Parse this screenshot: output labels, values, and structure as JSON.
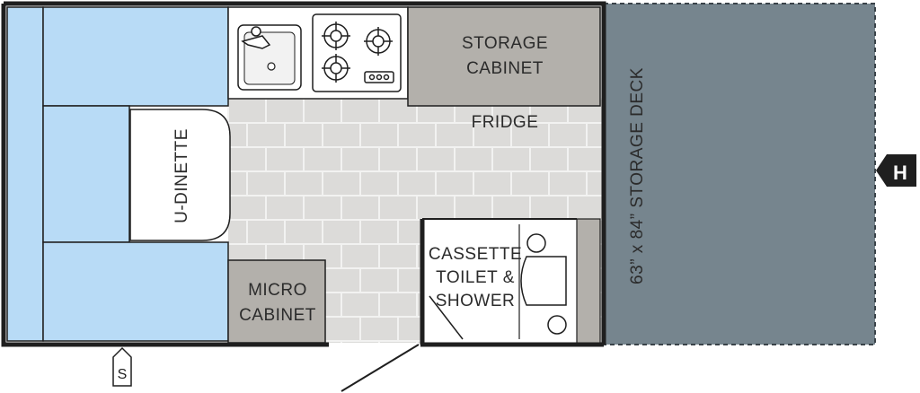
{
  "labels": {
    "storage_cabinet": [
      "STORAGE",
      "CABINET"
    ],
    "fridge": "FRIDGE",
    "u_dinette": "U-DINETTE",
    "storage_deck": "63” x 84” STORAGE DECK",
    "bathroom": [
      "CASSETTE",
      "TOILET &",
      "SHOWER"
    ],
    "micro_cabinet": [
      "MICRO",
      "CABINET"
    ],
    "hitch_marker": "H",
    "service_marker": "S"
  },
  "colors": {
    "seat_blue": "#b8dbf6",
    "deck_gray": "#76858e",
    "cabinet_gray": "#b3b0ab",
    "floor_tile": "#dcdbd9",
    "tile_grout": "#f2f2f1",
    "wall": "#1f1f1f",
    "fixture_white": "#ffffff"
  },
  "icons": {
    "sink": "sink-icon",
    "stove": "stove-icon",
    "hitch": "hitch-marker-icon",
    "service": "service-marker-icon",
    "door_swing": "door-swing-icon"
  }
}
